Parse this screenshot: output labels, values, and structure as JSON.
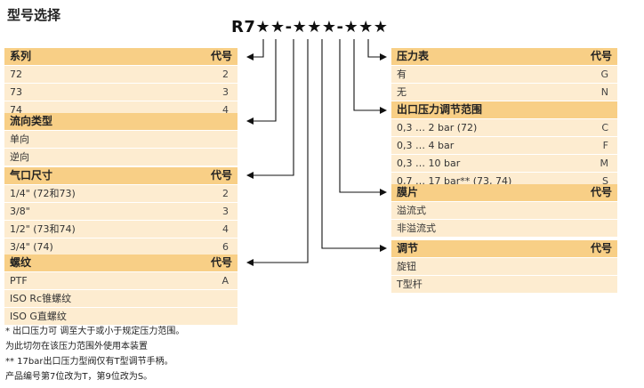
{
  "page_title": "型号选择",
  "model_code": "R7★★-★★★-★★★",
  "tables": {
    "series": {
      "header": "系列",
      "code_header": "代号",
      "rows": [
        {
          "label": "72",
          "code": "2"
        },
        {
          "label": "73",
          "code": "3"
        },
        {
          "label": "74",
          "code": "4"
        }
      ]
    },
    "flow": {
      "header": "流向类型",
      "code_header": "",
      "rows": [
        {
          "label": "单向",
          "code": ""
        },
        {
          "label": "逆向",
          "code": ""
        }
      ]
    },
    "port": {
      "header": "气口尺寸",
      "code_header": "代号",
      "rows": [
        {
          "label": "1/4\" (72和73)",
          "code": "2"
        },
        {
          "label": "3/8\"",
          "code": "3"
        },
        {
          "label": "1/2\" (73和74)",
          "code": "4"
        },
        {
          "label": "3/4\" (74)",
          "code": "6"
        }
      ]
    },
    "thread": {
      "header": "螺纹",
      "code_header": "代号",
      "rows": [
        {
          "label": "PTF",
          "code": "A"
        },
        {
          "label": "ISO Rc锥螺纹",
          "code": ""
        },
        {
          "label": "ISO G直螺纹",
          "code": ""
        }
      ]
    },
    "gauge": {
      "header": "压力表",
      "code_header": "代号",
      "rows": [
        {
          "label": "有",
          "code": "G"
        },
        {
          "label": "无",
          "code": "N"
        }
      ]
    },
    "range": {
      "header": "出口压力调节范围",
      "code_header": "",
      "rows": [
        {
          "label": "0,3 … 2 bar (72)",
          "code": "C"
        },
        {
          "label": "0,3 … 4 bar",
          "code": "F"
        },
        {
          "label": "0,3 … 10 bar",
          "code": "M"
        },
        {
          "label": "0,7 … 17 bar** (73, 74)",
          "code": "S"
        }
      ]
    },
    "diaphragm": {
      "header": "膜片",
      "code_header": "代号",
      "rows": [
        {
          "label": "溢流式",
          "code": ""
        },
        {
          "label": "非溢流式",
          "code": ""
        }
      ]
    },
    "adjust": {
      "header": "调节",
      "code_header": "代号",
      "rows": [
        {
          "label": "旋钮",
          "code": ""
        },
        {
          "label": "T型杆",
          "code": ""
        }
      ]
    }
  },
  "notes": [
    "* 出口压力可 调至大于或小于规定压力范围。",
    "为此切勿在该压力范围外使用本装置",
    "** 17bar出口压力型阀仅有T型调节手柄。",
    "产品编号第7位改为T，第9位改为S。"
  ]
}
